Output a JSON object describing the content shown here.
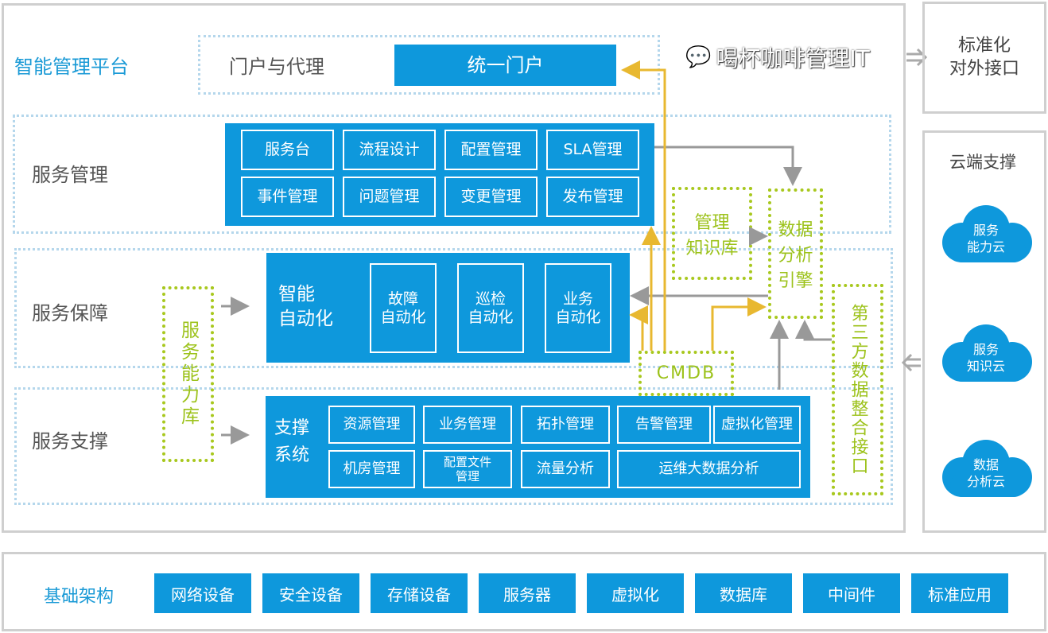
{
  "platform": {
    "title": "智能管理平台"
  },
  "portal": {
    "label": "门户与代理",
    "unified": "统一门户"
  },
  "service_mgmt": {
    "label": "服务管理",
    "items": [
      "服务台",
      "流程设计",
      "配置管理",
      "SLA管理",
      "事件管理",
      "问题管理",
      "变更管理",
      "发布管理"
    ]
  },
  "service_assurance": {
    "label": "服务保障",
    "main": "智能\n自动化",
    "items": [
      "故障\n自动化",
      "巡检\n自动化",
      "业务\n自动化"
    ]
  },
  "service_support": {
    "label": "服务支撑",
    "system": "支撑\n系统",
    "row1": [
      "资源管理",
      "业务管理",
      "拓扑管理",
      "告警管理",
      "虚拟化管理"
    ],
    "row2": [
      "机房管理",
      "配置文件\n管理",
      "流量分析",
      "运维大数据分析"
    ]
  },
  "green_boxes": {
    "capability_lib": "服务能力库",
    "knowledge": "管理\n知识库",
    "engine": "数据\n分析\n引擎",
    "third_party": "第三方数据整合接口",
    "cmdb": "CMDB"
  },
  "right": {
    "external": "标准化\n对外接口",
    "cloud_title": "云端支撑",
    "clouds": [
      "服务\n能力云",
      "服务\n知识云",
      "数据\n分析云"
    ]
  },
  "infrastructure": {
    "label": "基础架构",
    "items": [
      "网络设备",
      "安全设备",
      "存储设备",
      "服务器",
      "虚拟化",
      "数据库",
      "中间件",
      "标准应用"
    ]
  },
  "watermark": "喝杯咖啡管理IT",
  "colors": {
    "blue": "#0e98dc",
    "green": "#a8c81e",
    "yellow": "#e8b830",
    "gray": "#999999"
  }
}
